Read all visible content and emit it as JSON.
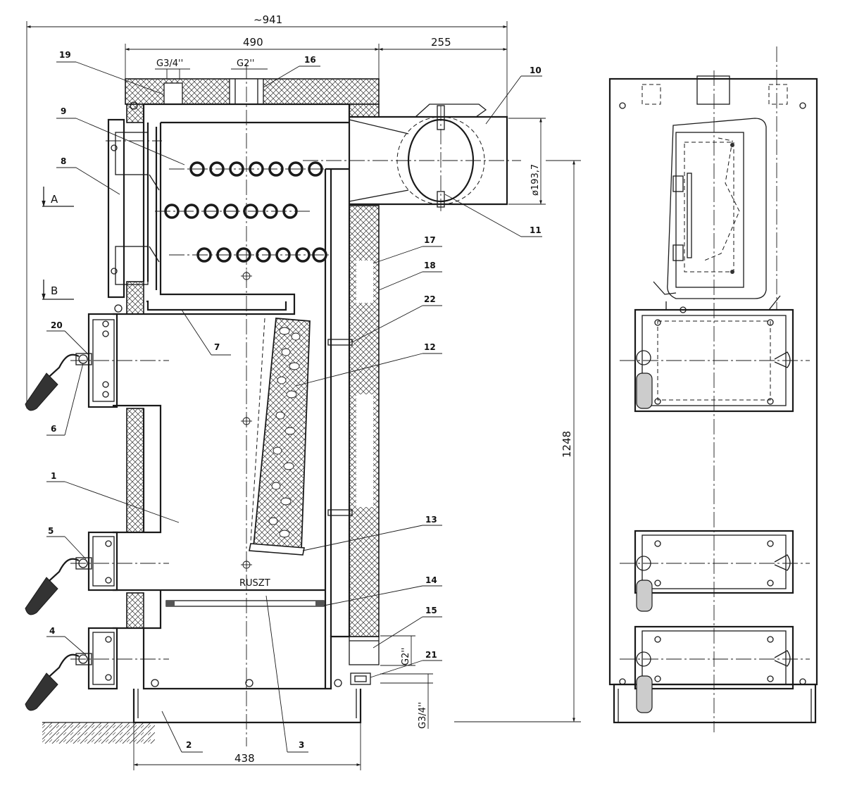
{
  "dimensions": {
    "overall_width": "~941",
    "body_width": "490",
    "flue_projection": "255",
    "base_width": "438",
    "height": "1248",
    "flue_diameter": "ø193,7",
    "inlet_left": "G3/4''",
    "outlet_top": "G2''",
    "return_connection": "G2''",
    "drain_connection": "G3/4''"
  },
  "grate_label": "RUSZT",
  "section_marks": {
    "a": "A",
    "b": "B"
  },
  "part_labels": [
    "1",
    "2",
    "3",
    "4",
    "5",
    "6",
    "7",
    "8",
    "9",
    "10",
    "11",
    "12",
    "13",
    "14",
    "15",
    "16",
    "17",
    "18",
    "19",
    "20",
    "21",
    "22"
  ],
  "colors": {
    "line": "#1a1a1a",
    "background": "#ffffff"
  }
}
